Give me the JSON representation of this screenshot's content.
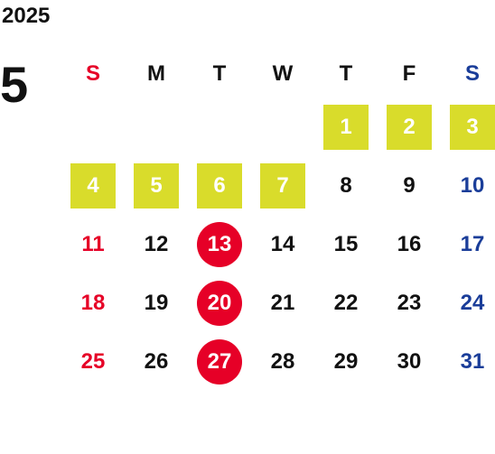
{
  "year": "2025",
  "month": "5",
  "colors": {
    "sunday": "#e60027",
    "saturday": "#1a3d99",
    "weekday": "#111111",
    "holiday_bg": "#d9dc2b",
    "event_circle": "#e60027",
    "white": "#ffffff"
  },
  "weekdays": [
    {
      "label": "S",
      "color": "#e60027"
    },
    {
      "label": "M",
      "color": "#111111"
    },
    {
      "label": "T",
      "color": "#111111"
    },
    {
      "label": "W",
      "color": "#111111"
    },
    {
      "label": "T",
      "color": "#111111"
    },
    {
      "label": "F",
      "color": "#111111"
    },
    {
      "label": "S",
      "color": "#1a3d99"
    }
  ],
  "weeks": [
    [
      {
        "day": "",
        "style": "none",
        "color": "#111111"
      },
      {
        "day": "",
        "style": "none",
        "color": "#111111"
      },
      {
        "day": "",
        "style": "none",
        "color": "#111111"
      },
      {
        "day": "",
        "style": "none",
        "color": "#111111"
      },
      {
        "day": "1",
        "style": "highlight",
        "color": "#ffffff"
      },
      {
        "day": "2",
        "style": "highlight",
        "color": "#ffffff"
      },
      {
        "day": "3",
        "style": "highlight",
        "color": "#ffffff"
      }
    ],
    [
      {
        "day": "4",
        "style": "highlight",
        "color": "#ffffff"
      },
      {
        "day": "5",
        "style": "highlight",
        "color": "#ffffff"
      },
      {
        "day": "6",
        "style": "highlight",
        "color": "#ffffff"
      },
      {
        "day": "7",
        "style": "highlight",
        "color": "#ffffff"
      },
      {
        "day": "8",
        "style": "none",
        "color": "#111111"
      },
      {
        "day": "9",
        "style": "none",
        "color": "#111111"
      },
      {
        "day": "10",
        "style": "none",
        "color": "#1a3d99"
      }
    ],
    [
      {
        "day": "11",
        "style": "none",
        "color": "#e60027"
      },
      {
        "day": "12",
        "style": "none",
        "color": "#111111"
      },
      {
        "day": "13",
        "style": "circle",
        "color": "#ffffff"
      },
      {
        "day": "14",
        "style": "none",
        "color": "#111111"
      },
      {
        "day": "15",
        "style": "none",
        "color": "#111111"
      },
      {
        "day": "16",
        "style": "none",
        "color": "#111111"
      },
      {
        "day": "17",
        "style": "none",
        "color": "#1a3d99"
      }
    ],
    [
      {
        "day": "18",
        "style": "none",
        "color": "#e60027"
      },
      {
        "day": "19",
        "style": "none",
        "color": "#111111"
      },
      {
        "day": "20",
        "style": "circle",
        "color": "#ffffff"
      },
      {
        "day": "21",
        "style": "none",
        "color": "#111111"
      },
      {
        "day": "22",
        "style": "none",
        "color": "#111111"
      },
      {
        "day": "23",
        "style": "none",
        "color": "#111111"
      },
      {
        "day": "24",
        "style": "none",
        "color": "#1a3d99"
      }
    ],
    [
      {
        "day": "25",
        "style": "none",
        "color": "#e60027"
      },
      {
        "day": "26",
        "style": "none",
        "color": "#111111"
      },
      {
        "day": "27",
        "style": "circle",
        "color": "#ffffff"
      },
      {
        "day": "28",
        "style": "none",
        "color": "#111111"
      },
      {
        "day": "29",
        "style": "none",
        "color": "#111111"
      },
      {
        "day": "30",
        "style": "none",
        "color": "#111111"
      },
      {
        "day": "31",
        "style": "none",
        "color": "#1a3d99"
      }
    ]
  ]
}
